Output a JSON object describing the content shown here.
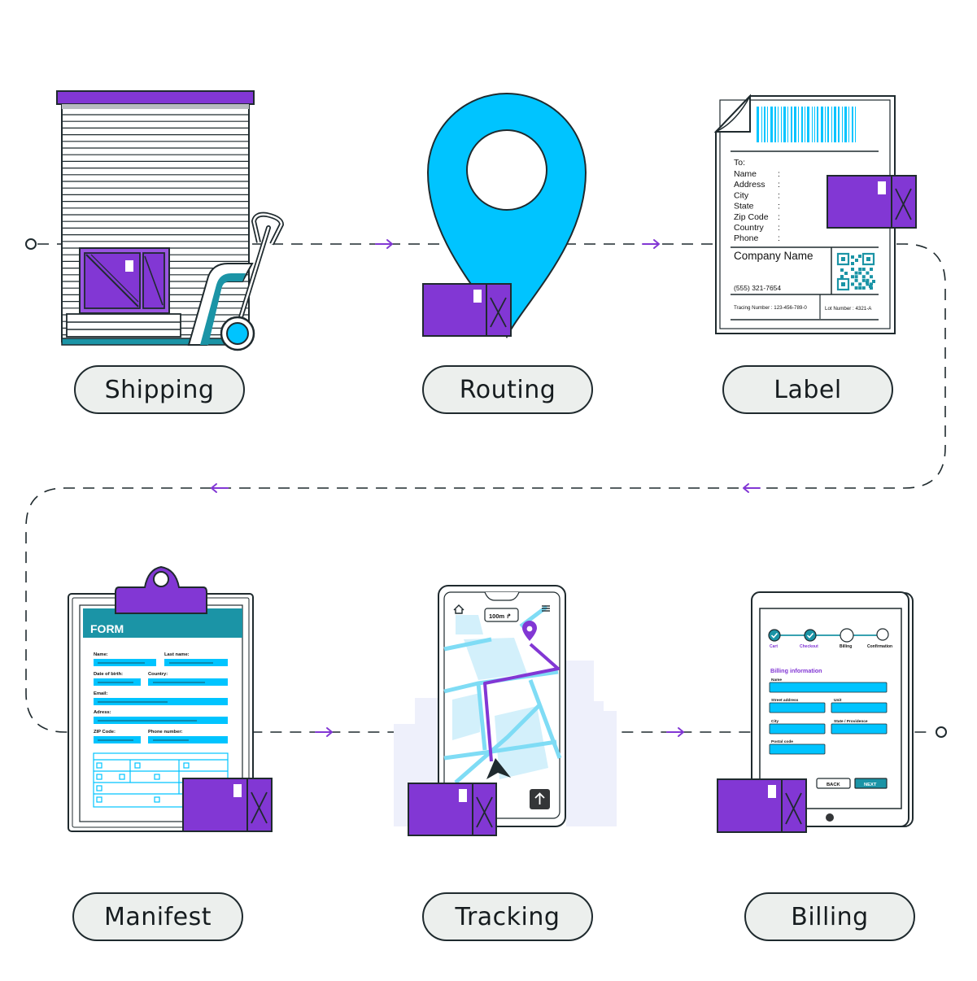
{
  "colors": {
    "purple": "#8237d4",
    "cyan": "#00c4ff",
    "teal": "#1b94a6",
    "outline": "#1f2a2e",
    "pill_bg": "#ecefed",
    "light_blue": "#7fdcf5"
  },
  "steps": [
    {
      "id": "shipping",
      "label": "Shipping",
      "icon": "warehouse-pallet-jack-icon"
    },
    {
      "id": "routing",
      "label": "Routing",
      "icon": "map-pin-icon"
    },
    {
      "id": "label",
      "label": "Label",
      "icon": "shipping-label-icon"
    },
    {
      "id": "manifest",
      "label": "Manifest",
      "icon": "clipboard-form-icon"
    },
    {
      "id": "tracking",
      "label": "Tracking",
      "icon": "phone-map-icon"
    },
    {
      "id": "billing",
      "label": "Billing",
      "icon": "tablet-billing-icon"
    }
  ],
  "shipping_label": {
    "to": "To:",
    "fields": [
      "Name",
      "Address",
      "City",
      "State",
      "Zip Code",
      "Country",
      "Phone"
    ],
    "colon": ":",
    "company": "Company Name",
    "phone": "(555) 321-7654",
    "tracking": "Tracing Number : 123-456-789-0",
    "lot": "Lot Number : 4321-A"
  },
  "form": {
    "title": "FORM",
    "name": "Name:",
    "last_name": "Last name:",
    "dob": "Date of birth:",
    "country": "Country:",
    "email": "Email:",
    "address": "Adress:",
    "zip": "ZIP Code:",
    "phone": "Phone number:"
  },
  "phone_map": {
    "distance": "100m ↱"
  },
  "billing_screen": {
    "steps": [
      "Cart",
      "Checkout",
      "Billing",
      "Confirmation"
    ],
    "heading": "Billing information",
    "name": "Name",
    "street": "Street address",
    "unit": "Unit",
    "city": "City",
    "state": "State / Providence",
    "postal": "Postal code",
    "back": "BACK",
    "next": "NEXT"
  }
}
